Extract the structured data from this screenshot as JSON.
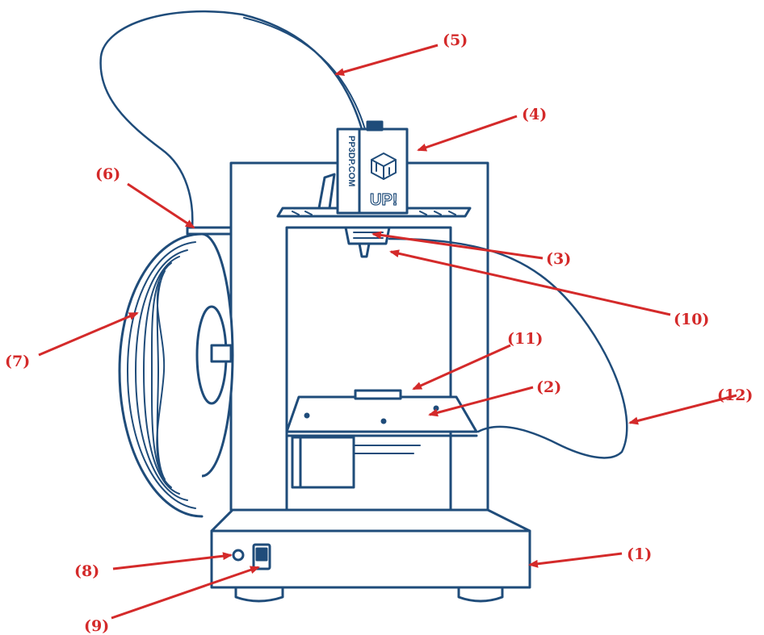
{
  "colors": {
    "line": "#1f4c7a",
    "callout": "#d42a2a",
    "background": "#ffffff"
  },
  "printer": {
    "brand_logo": "UP!",
    "side_label": "PP3DP.COM"
  },
  "callouts": [
    {
      "id": "1",
      "label": "(1)"
    },
    {
      "id": "2",
      "label": "(2)"
    },
    {
      "id": "3",
      "label": "(3)"
    },
    {
      "id": "4",
      "label": "(4)"
    },
    {
      "id": "5",
      "label": "(5)"
    },
    {
      "id": "6",
      "label": "(6)"
    },
    {
      "id": "7",
      "label": "(7)"
    },
    {
      "id": "8",
      "label": "(8)"
    },
    {
      "id": "9",
      "label": "(9)"
    },
    {
      "id": "10",
      "label": "(10)"
    },
    {
      "id": "11",
      "label": "(11)"
    },
    {
      "id": "12",
      "label": "(12)"
    }
  ]
}
